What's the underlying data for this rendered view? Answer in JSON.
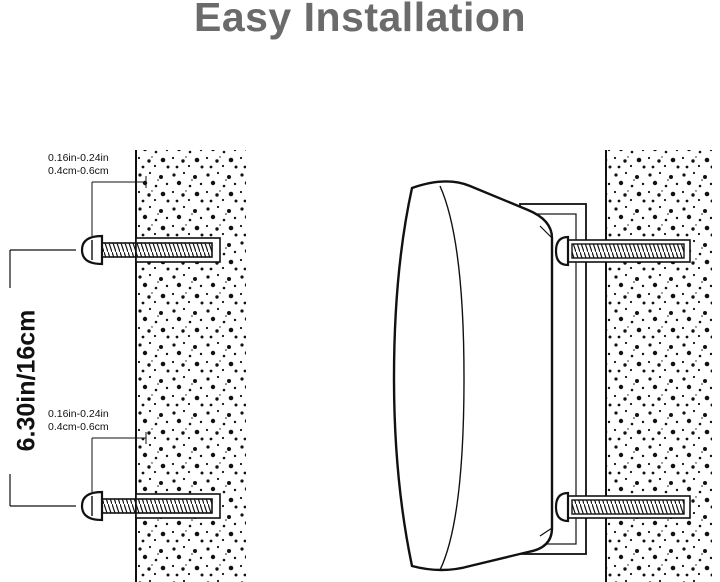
{
  "title": "Easy Installation",
  "spacing": "6.30in/16cm",
  "gap_top": {
    "line1": "0.16in-0.24in",
    "line2": "0.4cm-0.6cm"
  },
  "gap_bottom": {
    "line1": "0.16in-0.24in",
    "line2": "0.4cm-0.6cm"
  },
  "colors": {
    "title": "#6b6b6b",
    "line": "#111111"
  }
}
